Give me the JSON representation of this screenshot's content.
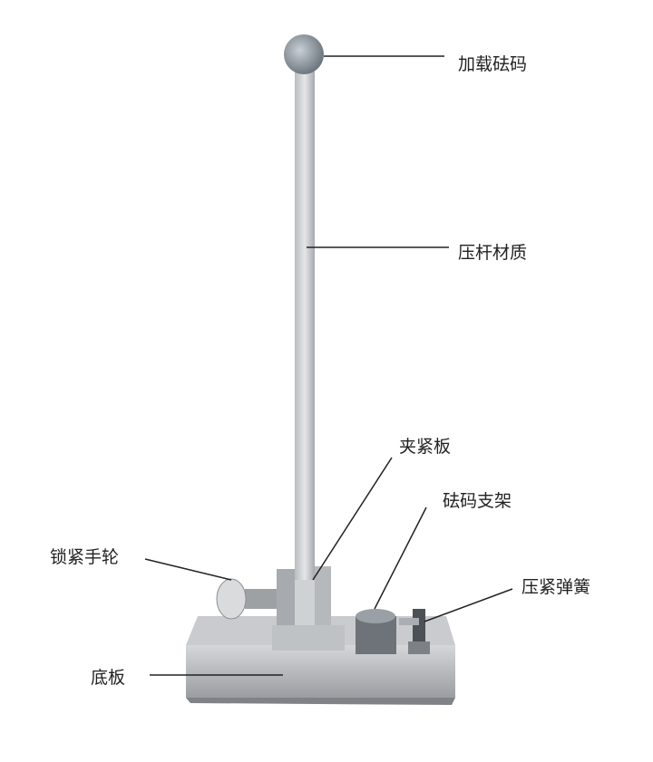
{
  "labels": {
    "weight": "加载砝码",
    "rod_material": "压杆材质",
    "clamp_plate": "夹紧板",
    "weight_holder": "砝码支架",
    "lock_handwheel": "锁紧手轮",
    "compression_spring": "压紧弹簧",
    "base_plate": "底板"
  }
}
